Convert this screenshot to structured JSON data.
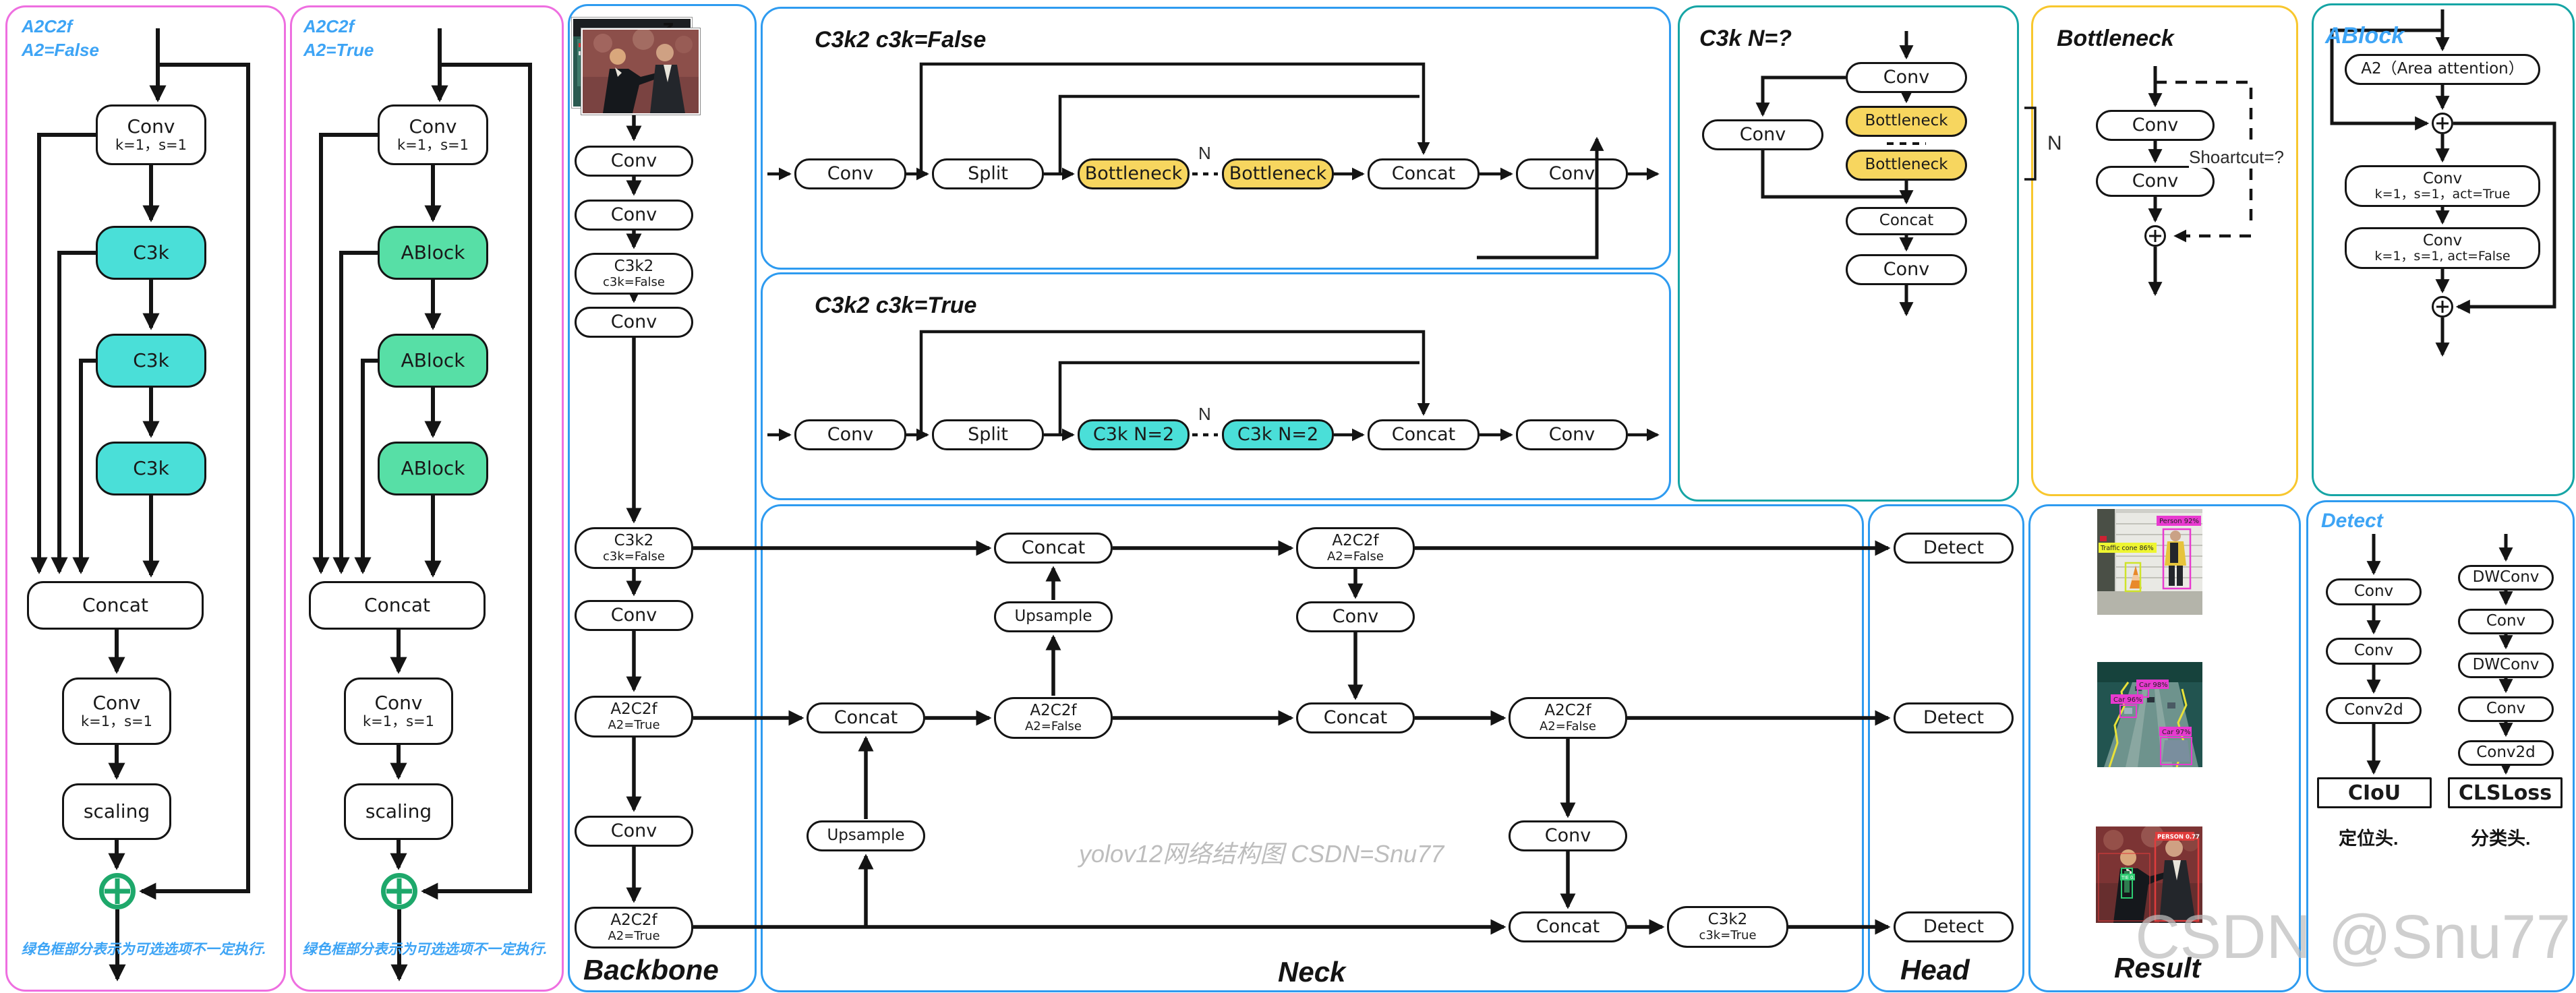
{
  "colors": {
    "cyan_block": "#4ADFD8",
    "green_block": "#57DFA6",
    "yellow_block": "#F7D65F",
    "pink_border": "#EE6FE0",
    "blue_border": "#2E9BF0",
    "teal_border": "#16A5A5",
    "gold_border": "#F8C72E",
    "blue_title": "#3DA4F5",
    "plus_green": "#1EA86B",
    "watermark_gray": "#C4C4C4"
  },
  "labels": {
    "conv": "Conv",
    "conv_k1s1_sub": "k=1，s=1",
    "c3k": "C3k",
    "ablock": "ABlock",
    "concat": "Concat",
    "scaling": "scaling",
    "split": "Split",
    "bottleneck": "Bottleneck",
    "c3k_n2": "C3k N=2",
    "upsample": "Upsample",
    "a2c2f": "A2C2f",
    "a2_false_sub": "A2=False",
    "a2_true_sub": "A2=True",
    "c3k2": "C3k2",
    "c3k_false_sub": "c3k=False",
    "c3k_true_sub": "c3k=True",
    "detect": "Detect",
    "dwconv": "DWConv",
    "conv2d": "Conv2d",
    "ciou": "CIoU",
    "clsloss": "CLSLoss",
    "n": "N"
  },
  "panels": {
    "a2c2f_false": {
      "title": "A2C2f",
      "subtitle": "A2=False",
      "note": "绿色框部分表示为可选选项不一定执行."
    },
    "a2c2f_true": {
      "title": "A2C2f",
      "subtitle": "A2=True",
      "note": "绿色框部分表示为可选选项不一定执行."
    },
    "c3k2_false": {
      "title": "C3k2  c3k=False"
    },
    "c3k2_true": {
      "title": "C3k2  c3k=True"
    },
    "c3k": {
      "title": "C3k N=?"
    },
    "bottleneck": {
      "title": "Bottleneck",
      "shortcut": "Shoartcut=?"
    },
    "ablock": {
      "title": "ABlock",
      "a2": "A2（Area attention）",
      "conv1_sub": "k=1，s=1，act=True",
      "conv2_sub": "k=1，s=1, act=False"
    },
    "backbone": {
      "label": "Backbone"
    },
    "neck": {
      "label": "Neck"
    },
    "head": {
      "label": "Head"
    },
    "result": {
      "label": "Result",
      "annotations": {
        "person": "Person  92%",
        "traffic_cone": "Traffic cone  86%",
        "car_98": "Car  98%",
        "car_96": "Car  96%",
        "car_97": "Car  97%",
        "person_077": "PERSON 0.77",
        "tie": "TIE 0."
      }
    },
    "detect": {
      "title": "Detect",
      "loc_head": "定位头.",
      "cls_head": "分类头."
    }
  },
  "watermarks": {
    "center": "yolov12网络结构图 CSDN=Snu77",
    "corner": "CSDN @Snu77"
  }
}
